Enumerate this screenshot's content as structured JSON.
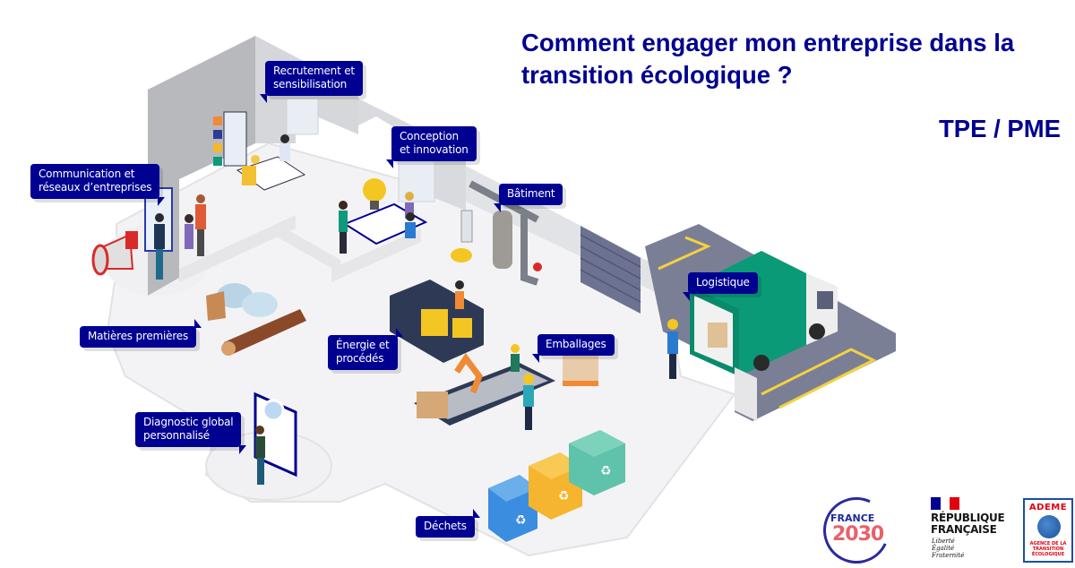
{
  "header": {
    "title": "Comment engager mon entreprise dans la transition écologique ?",
    "subtitle": "TPE / PME"
  },
  "diagram": {
    "type": "isometric-illustration",
    "zones": [
      {
        "id": "recrutement",
        "lines": [
          "Recrutement et",
          "sensibilisation"
        ]
      },
      {
        "id": "conception",
        "lines": [
          "Conception",
          "et innovation"
        ]
      },
      {
        "id": "communication",
        "lines": [
          "Communication et",
          "réseaux d’entreprises"
        ]
      },
      {
        "id": "batiment",
        "lines": [
          "Bâtiment"
        ]
      },
      {
        "id": "logistique",
        "lines": [
          "Logistique"
        ]
      },
      {
        "id": "matieres",
        "lines": [
          "Matières premières"
        ]
      },
      {
        "id": "energie",
        "lines": [
          "Énergie et",
          "procédés"
        ]
      },
      {
        "id": "emballages",
        "lines": [
          "Emballages"
        ]
      },
      {
        "id": "diagnostic",
        "lines": [
          "Diagnostic global",
          "personnalisé"
        ]
      },
      {
        "id": "dechets",
        "lines": [
          "Déchets"
        ]
      }
    ]
  },
  "logos": {
    "france2030": {
      "label": "FRANCE",
      "year": "2030"
    },
    "republique": {
      "name_line1": "RÉPUBLIQUE",
      "name_line2": "FRANÇAISE",
      "motto": [
        "Liberté",
        "Égalité",
        "Fraternité"
      ]
    },
    "ademe": {
      "name": "ADEME",
      "sub": [
        "AGENCE DE LA",
        "TRANSITION",
        "ÉCOLOGIQUE"
      ]
    }
  },
  "colors": {
    "brand_blue": "#000091",
    "floor": "#f3f3f5",
    "wall": "#c9cacd",
    "truck_green": "#0a9a78",
    "road": "#7b7f95",
    "road_line": "#f3d23e",
    "bin_blue": "#3b8ddf",
    "bin_yellow": "#f5b52e",
    "bin_green": "#5fc2aa"
  }
}
